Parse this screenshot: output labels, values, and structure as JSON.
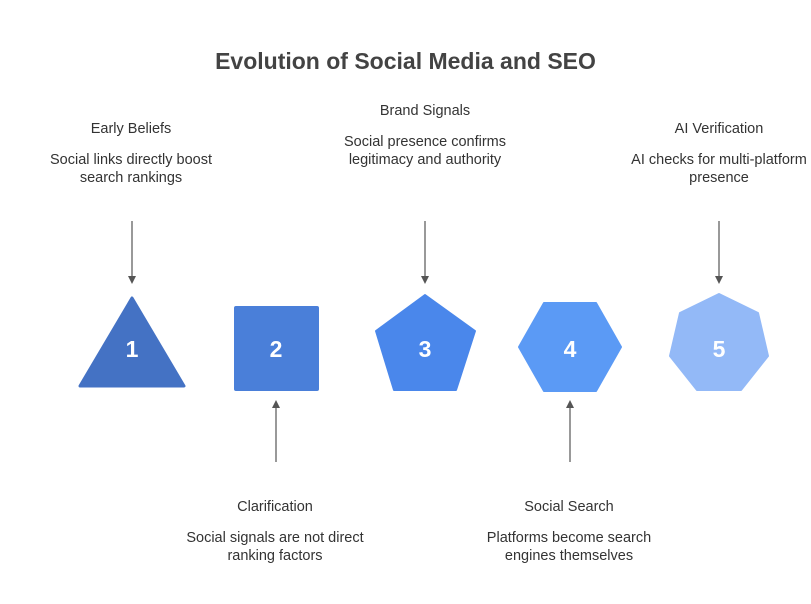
{
  "title": "Evolution of Social Media and SEO",
  "steps": [
    {
      "number": "1",
      "label": "Early Beliefs",
      "description": "Social links directly boost search rankings",
      "shape": "triangle-icon",
      "color": "#4472c4",
      "position": "top"
    },
    {
      "number": "2",
      "label": "Clarification",
      "description": "Social signals are not direct ranking factors",
      "shape": "square-icon",
      "color": "#4a7fd9",
      "position": "bottom"
    },
    {
      "number": "3",
      "label": "Brand Signals",
      "description": "Social presence confirms legitimacy and authority",
      "shape": "pentagon-icon",
      "color": "#4a87eb",
      "position": "top"
    },
    {
      "number": "4",
      "label": "Social Search",
      "description": "Platforms become search engines themselves",
      "shape": "hexagon-icon",
      "color": "#5b9af5",
      "position": "bottom"
    },
    {
      "number": "5",
      "label": "AI Verification",
      "description": "AI checks for multi-platform presence",
      "shape": "heptagon-icon",
      "color": "#93b9f7",
      "position": "top"
    }
  ]
}
